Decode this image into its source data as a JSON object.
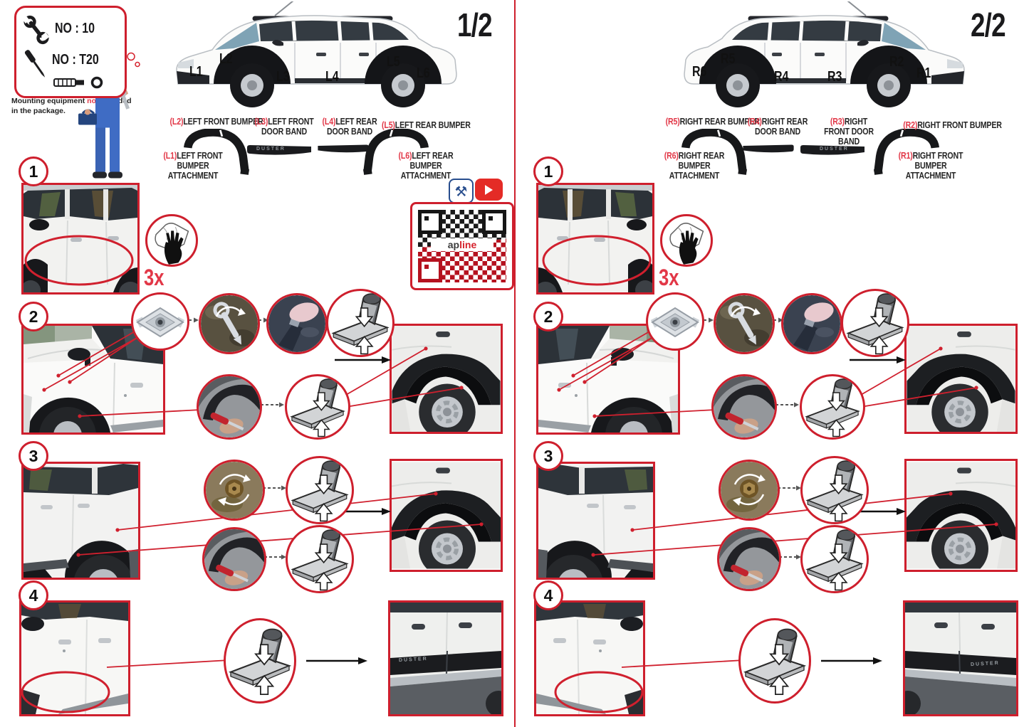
{
  "tools_box": {
    "tool1_label": "NO : 10",
    "tool2_label": "NO : T20"
  },
  "mounting_note": {
    "before": "Mounting equipment ",
    "emphasis": "not",
    "after": " included in the package."
  },
  "qr": {
    "brand_black": "ap",
    "brand_red": "line"
  },
  "icons": {
    "tools_glyph": "⚒",
    "play_glyph": ""
  },
  "pages": [
    {
      "page_number": "1/2",
      "car_labels": [
        "L1",
        "L2",
        "L3",
        "L4",
        "L5",
        "L6"
      ],
      "parts": [
        {
          "code": "(L2)",
          "name": "LEFT FRONT BUMPER"
        },
        {
          "code": "(L3)",
          "name": "LEFT FRONT DOOR BAND"
        },
        {
          "code": "(L4)",
          "name": "LEFT REAR DOOR BAND"
        },
        {
          "code": "(L5)",
          "name": "LEFT REAR BUMPER"
        },
        {
          "code": "(L1)",
          "name": "LEFT FRONT BUMPER ATTACHMENT"
        },
        {
          "code": "(L6)",
          "name": "LEFT REAR BUMPER ATTACHMENT"
        }
      ],
      "steps": [
        "1",
        "2",
        "3",
        "4"
      ],
      "repeat_count": "3x",
      "band_text": "DUSTER"
    },
    {
      "page_number": "2/2",
      "car_labels": [
        "R6",
        "R5",
        "R4",
        "R3",
        "R2",
        "R1"
      ],
      "parts": [
        {
          "code": "(R5)",
          "name": "RIGHT REAR BUMPER"
        },
        {
          "code": "(R4)",
          "name": "RIGHT REAR DOOR BAND"
        },
        {
          "code": "(R3)",
          "name": "RIGHT FRONT DOOR BAND"
        },
        {
          "code": "(R2)",
          "name": "RIGHT FRONT BUMPER"
        },
        {
          "code": "(R6)",
          "name": "RIGHT REAR BUMPER ATTACHMENT"
        },
        {
          "code": "(R1)",
          "name": "RIGHT FRONT BUMPER ATTACHMENT"
        }
      ],
      "steps": [
        "1",
        "2",
        "3",
        "4"
      ],
      "repeat_count": "3x",
      "band_text": "DUSTER"
    }
  ],
  "colors": {
    "accent_red": "#CE1F2D",
    "label_red": "#E23747",
    "youtube_red": "#E42B26",
    "tool_icon_blue": "#274D8D",
    "qr_black": "#1A1A1A",
    "qr_red": "#B5121F"
  }
}
